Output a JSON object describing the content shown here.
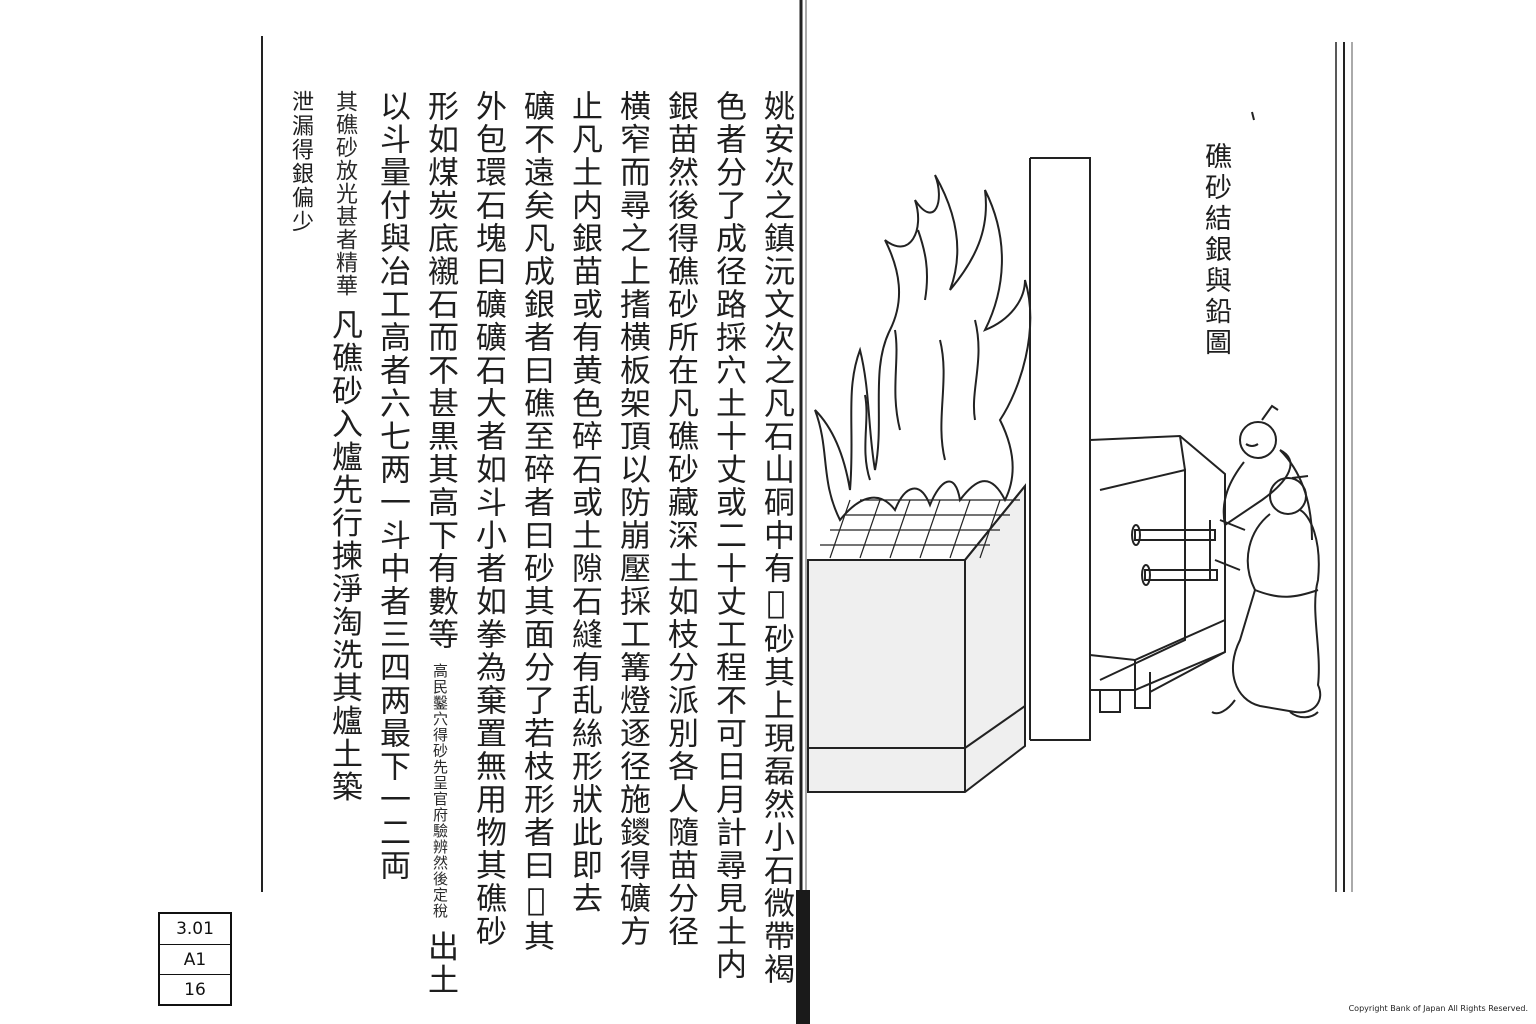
{
  "text_columns": [
    {
      "text": "姚安次之鎮沅文次之凡石山硐中有𨥚砂其上現磊然小石微帶褐"
    },
    {
      "text": "色者分了成径路採穴土十丈或二十丈工程不可日月計尋見土内"
    },
    {
      "text": "銀苗然後得礁砂所在凡礁砂藏深土如枝分派別各人隨苗分径"
    },
    {
      "text": "横窄而尋之上搘横板架頂以防崩壓採工篝燈逐径施鑁得礦方"
    },
    {
      "text": "止凡土内銀苗或有黄色碎石或土隙石縫有乱絲形狀此即去"
    },
    {
      "text": "礦不遠矣凡成銀者曰礁至碎者曰砂其面分了若枝形者曰𨥚其"
    },
    {
      "text": "外包環石塊曰礦礦石大者如斗小者如拳為棄置無用物其礁砂"
    },
    {
      "text": "形如煤炭底襯石而不甚黒其高下有數等",
      "note": "高民鑿穴得砂先呈官府驗辨然後定稅",
      "after": "出土"
    },
    {
      "text": "以斗量付與冶工高者六七两一斗中者三四两最下一二両"
    },
    {
      "text": "其礁砂放光甚者精華",
      "after": "凡礁砂入爐先行揀淨淘洗其爐土築"
    },
    {
      "text": "泄漏得銀偏少"
    }
  ],
  "illustration": {
    "title_columns": [
      "礁砂",
      "結銀",
      "與鉛",
      "圖"
    ],
    "title_text": "礁砂結銀與鉛圖"
  },
  "catalog_label": {
    "line1": "3.01",
    "line2": "A1",
    "line3": "16"
  },
  "copyright": "Copyright Bank of Japan All Rights Reserved."
}
